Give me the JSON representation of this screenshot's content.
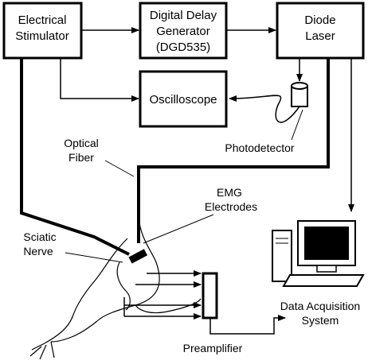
{
  "blocks": {
    "stimulator": {
      "line1": "Electrical",
      "line2": "Stimulator"
    },
    "delay_gen": {
      "line1": "Digital Delay",
      "line2": "Generator",
      "line3": "(DGD535)"
    },
    "laser": {
      "line1": "Diode",
      "line2": "Laser"
    },
    "oscilloscope": {
      "label": "Oscilloscope"
    }
  },
  "labels": {
    "photodetector": "Photodetector",
    "optical_fiber_1": "Optical",
    "optical_fiber_2": "Fiber",
    "emg_1": "EMG",
    "emg_2": "Electrodes",
    "sciatic_1": "Sciatic",
    "sciatic_2": "Nerve",
    "daq_1": "Data Acquisition",
    "daq_2": "System",
    "preamp": "Preamplifier"
  }
}
